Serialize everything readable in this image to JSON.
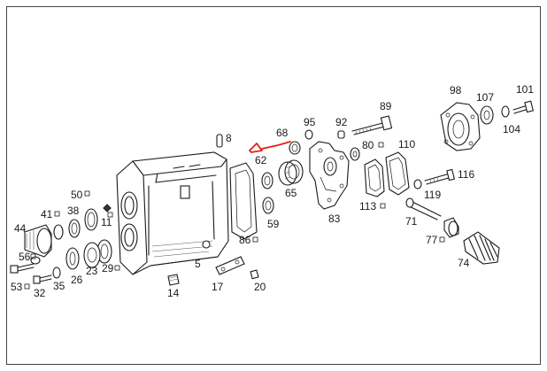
{
  "colors": {
    "line": "#1a1a1a",
    "annotation": "#e0201a",
    "frame": "#444444",
    "background": "#ffffff"
  },
  "labels": {
    "p8": "8",
    "p95": "95",
    "p92": "92",
    "p89": "89",
    "p98": "98",
    "p107": "107",
    "p101": "101",
    "p104": "104",
    "p68": "68",
    "p62": "62",
    "p80": "80",
    "p110": "110",
    "p116": "116",
    "p65": "65",
    "p119": "119",
    "p50": "50",
    "p11": "11",
    "p41": "41",
    "p38": "38",
    "p113": "113",
    "p83": "83",
    "p71": "71",
    "p59": "59",
    "p44": "44",
    "p86": "86",
    "p77": "77",
    "p56": "56",
    "p5": "5",
    "p74": "74",
    "p23": "23",
    "p29": "29",
    "p26": "26",
    "p53": "53",
    "p32": "32",
    "p35": "35",
    "p17": "17",
    "p20": "20",
    "p14": "14"
  },
  "icons": {
    "marked_part": "red-pen-circle-icon",
    "label_marker": "small-square-marker-icon"
  }
}
